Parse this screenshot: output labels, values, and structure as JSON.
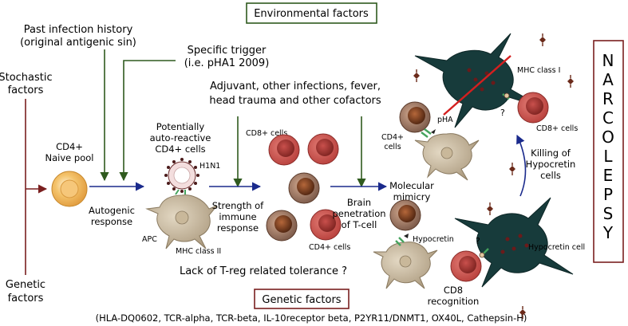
{
  "boxes": {
    "environmental": "Environmental factors",
    "genetic": "Genetic factors",
    "genetic_list": "(HLA-DQ0602, TCR-alpha, TCR-beta, IL-10receptor beta, P2YR11/DNMT1, OX40L, Cathepsin-H)"
  },
  "narcolepsy_letters": [
    "N",
    "A",
    "R",
    "C",
    "O",
    "L",
    "E",
    "P",
    "S",
    "Y"
  ],
  "labels": {
    "past_infection": [
      "Past infection history",
      "(original antigenic sin)"
    ],
    "specific_trigger": [
      "Specific trigger",
      "(i.e. pHA1 2009)"
    ],
    "stochastic": [
      "Stochastic",
      "factors"
    ],
    "genetic_factors": [
      "Genetic",
      "factors"
    ],
    "adjuvant": [
      "Adjuvant, other infections, fever,",
      "head trauma and other cofactors"
    ],
    "naive_pool": [
      "CD4+",
      "Naive pool"
    ],
    "autoreactive": [
      "Potentially",
      "auto-reactive",
      "CD4+ cells"
    ],
    "h1n1": "H1N1",
    "autogenic": [
      "Autogenic",
      "response"
    ],
    "apc": "APC",
    "mhc_class_ii": "MHC class II",
    "strength": [
      "Strength of",
      "immune",
      "response"
    ],
    "cd8_cells_top": "CD8+ cells",
    "cd4_cells_mid": "CD4+ cells",
    "tolerance": "Lack of T-reg related tolerance ?",
    "brain_penetration": [
      "Brain",
      "penetration",
      "of T-cell"
    ],
    "molecular_mimicry": [
      "Molecular",
      "mimicry"
    ],
    "pha": "pHA",
    "cd4_cells_right": [
      "CD4+",
      "cells"
    ],
    "hypocretin": "Hypocretin",
    "mhc_class_i": "MHC class I",
    "question_top": "?",
    "cd8_cells_right": "CD8+ cells",
    "killing": [
      "Killing of",
      "Hypocretin",
      "cells"
    ],
    "question_bottom": "?",
    "hypocretin_cell": "Hypocretin cell",
    "cd8_recognition": [
      "CD8",
      "recognition"
    ]
  },
  "colors": {
    "dark_red": "#7a1f1f",
    "green": "#2f5a1e",
    "blue": "#1a2a8c",
    "neuron": "#173b3b",
    "cd8_cell": "#c9504c",
    "cd4_cell": "#6b3b20",
    "apc": "#c8b89a",
    "naive": "#f0b25a",
    "red_slash": "#d41f1f"
  }
}
